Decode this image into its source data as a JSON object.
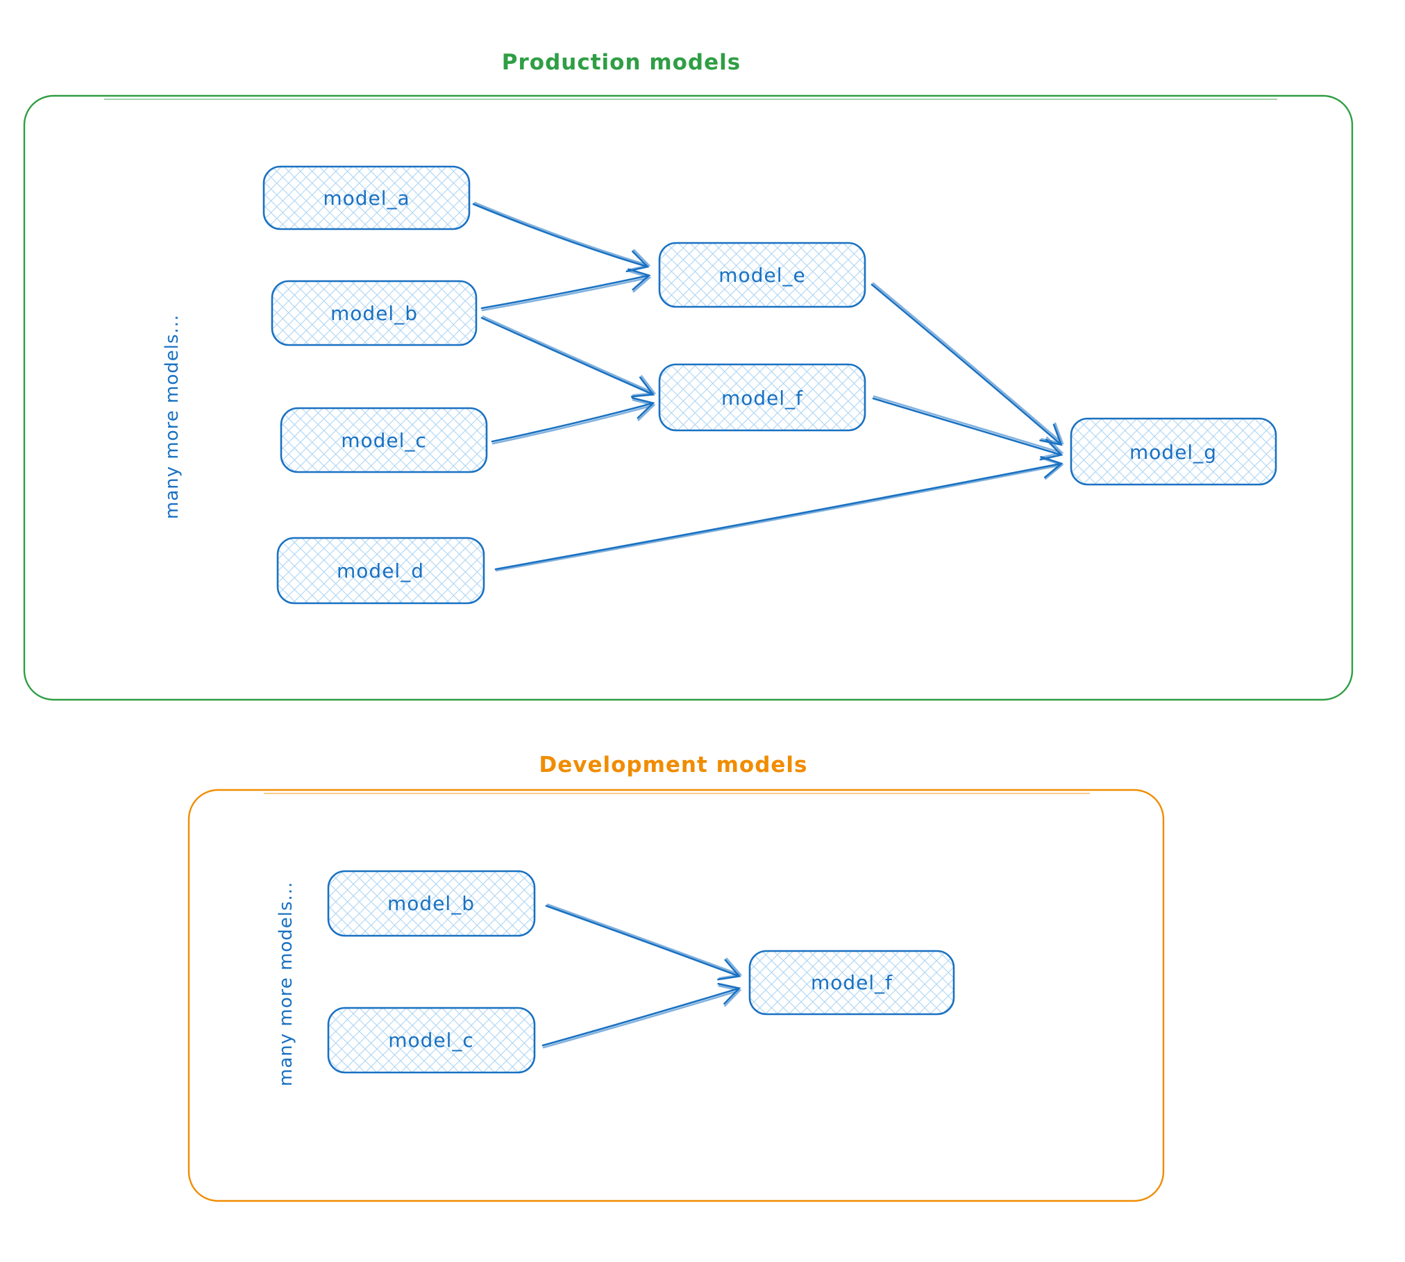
{
  "production": {
    "title": "Production models",
    "title_color": "#2f9e44",
    "border_color": "#2f9e44",
    "side_label": "many more models...",
    "nodes": {
      "a": "model_a",
      "b": "model_b",
      "c": "model_c",
      "d": "model_d",
      "e": "model_e",
      "f": "model_f",
      "g": "model_g"
    },
    "edges": [
      "model_a → model_e",
      "model_b → model_e",
      "model_b → model_f",
      "model_c → model_f",
      "model_e → model_g",
      "model_f → model_g",
      "model_d → model_g"
    ]
  },
  "development": {
    "title": "Development models",
    "title_color": "#f08c00",
    "border_color": "#f08c00",
    "side_label": "many more models...",
    "nodes": {
      "b": "model_b",
      "c": "model_c",
      "f": "model_f"
    },
    "edges": [
      "model_b → model_f",
      "model_c → model_f"
    ]
  },
  "colors": {
    "node_stroke": "#1971c2",
    "node_fill_hatch": "#a5d8ff",
    "node_label": "#1971c2",
    "production_border": "#2f9e44",
    "development_border": "#f08c00",
    "background": "#ffffff"
  }
}
